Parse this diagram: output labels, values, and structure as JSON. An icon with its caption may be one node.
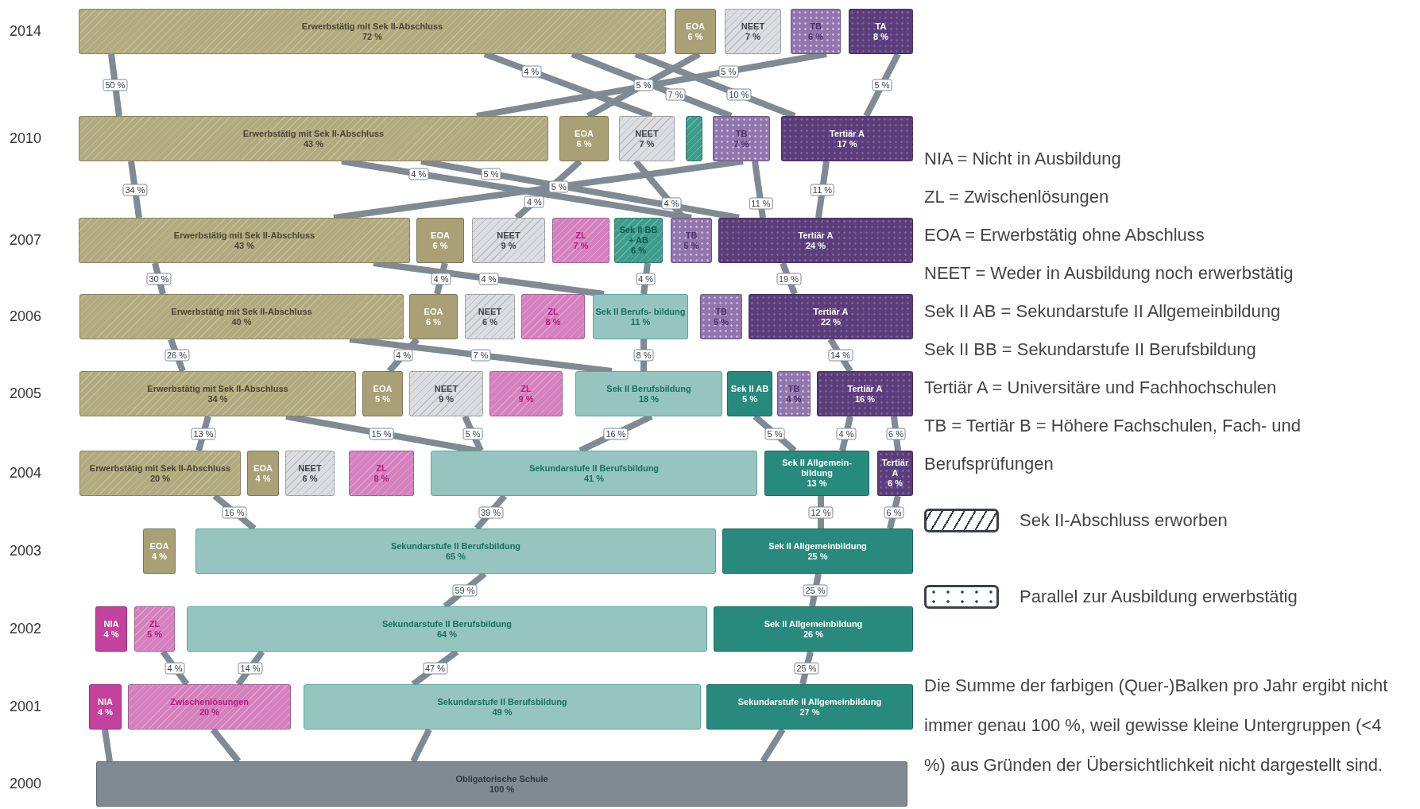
{
  "diagram": {
    "nodes": [
      {
        "text": [
          "Erwerbstätig mit Sek II-Abschluss",
          "72 %"
        ]
      },
      {
        "text": [
          "EOA",
          "6 %"
        ]
      },
      {
        "text": [
          "NEET",
          "7 %"
        ]
      },
      {
        "text": [
          "TB",
          "6 %"
        ]
      },
      {
        "text": [
          "TA",
          "8 %"
        ]
      },
      {
        "text": [
          "Erwerbstätig mit Sek II-Abschluss",
          "43 %"
        ]
      },
      {
        "text": [
          "EOA",
          "6 %"
        ]
      },
      {
        "text": [
          "NEET",
          "7 %"
        ]
      },
      {
        "text": [],
        "shape": "bar"
      },
      {
        "text": [
          "TB",
          "7 %"
        ]
      },
      {
        "text": [
          "Tertiär A",
          "17 %"
        ]
      },
      {
        "text": [
          "Erwerbstätig mit Sek II-Abschluss",
          "43 %"
        ]
      },
      {
        "text": [
          "EOA",
          "6 %"
        ]
      },
      {
        "text": [
          "NEET",
          "9 %"
        ]
      },
      {
        "text": [
          "ZL",
          "7 %"
        ]
      },
      {
        "text": [
          "Sek II BB + AB",
          "6 %"
        ]
      },
      {
        "text": [
          "TB",
          "5 %"
        ]
      },
      {
        "text": [
          "Tertiär A",
          "24 %"
        ]
      },
      {
        "text": [
          "Erwerbstätig mit Sek II-Abschluss",
          "40 %"
        ]
      },
      {
        "text": [
          "EOA",
          "6 %"
        ]
      },
      {
        "text": [
          "NEET",
          "6 %"
        ]
      },
      {
        "text": [
          "ZL",
          "8 %"
        ]
      },
      {
        "text": [
          "Sek II Berufs- bildung",
          "11 %"
        ]
      },
      {
        "text": [
          "TB",
          "5 %"
        ]
      },
      {
        "text": [
          "Tertiär A",
          "22 %"
        ]
      },
      {
        "text": [
          "Erwerbstätig mit Sek II-Abschluss",
          "34 %"
        ]
      },
      {
        "text": [
          "EOA",
          "5 %"
        ]
      },
      {
        "text": [
          "NEET",
          "9 %"
        ]
      },
      {
        "text": [
          "ZL",
          "9 %"
        ]
      },
      {
        "text": [
          "Sek II Berufsbildung",
          "18 %"
        ]
      },
      {
        "text": [
          "Sek II AB",
          "5 %"
        ]
      },
      {
        "text": [
          "TB",
          "4 %"
        ]
      },
      {
        "text": [
          "Tertiär A",
          "16 %"
        ]
      },
      {
        "text": [
          "Erwerbstätig mit Sek II-Abschluss",
          "20 %"
        ]
      },
      {
        "text": [
          "EOA",
          "4 %"
        ]
      },
      {
        "text": [
          "NEET",
          "6 %"
        ]
      },
      {
        "text": [
          "ZL",
          "8 %"
        ]
      },
      {
        "text": [
          "Sekundarstufe II Berufsbildung",
          "41 %"
        ]
      },
      {
        "text": [
          "Sek II Allgemein- bildung",
          "13 %"
        ]
      },
      {
        "text": [
          "Tertiär A",
          "6 %"
        ]
      },
      {
        "text": [
          "EOA",
          "4 %"
        ]
      },
      {
        "text": [
          "Sekundarstufe II Berufsbildung",
          "65 %"
        ]
      },
      {
        "text": [
          "Sek II Allgemeinbildung",
          "25 %"
        ]
      },
      {
        "text": [
          "NIA",
          "4 %"
        ]
      },
      {
        "text": [
          "ZL",
          "5 %"
        ]
      },
      {
        "text": [
          "Sekundarstufe II Berufsbildung",
          "64 %"
        ]
      },
      {
        "text": [
          "Sek II Allgemeinbildung",
          "26 %"
        ]
      },
      {
        "text": [
          "NIA",
          "4 %"
        ]
      },
      {
        "text": [
          "Zwischenlösungen",
          "20 %"
        ]
      },
      {
        "text": [
          "Sekundarstufe II Berufsbildung",
          "49 %"
        ]
      },
      {
        "text": [
          "Sekundarstufe II Allgemeinbildung",
          "27 %"
        ]
      },
      {
        "text": [
          "Obligatorische Schule",
          "100 %"
        ]
      }
    ],
    "edges": [
      {
        "from": 51,
        "to": 47,
        "arrow": "none"
      },
      {
        "from": 51,
        "to": 48,
        "arrow": "none"
      },
      {
        "from": 51,
        "to": 49,
        "arrow": "none"
      },
      {
        "from": 51,
        "to": 50,
        "arrow": "none"
      },
      {
        "from": 48,
        "to": 44,
        "arrow": "none",
        "label": "4 %"
      },
      {
        "from": 48,
        "to": 45,
        "arrow": "none",
        "label": "14 %"
      },
      {
        "from": 49,
        "to": 45,
        "arrow": "none",
        "label": "47 %"
      },
      {
        "from": 50,
        "to": 46,
        "arrow": "none",
        "label": "25 %"
      },
      {
        "from": 45,
        "to": 41,
        "arrow": "none",
        "label": "59 %"
      },
      {
        "from": 46,
        "to": 42,
        "arrow": "none",
        "label": "25 %"
      },
      {
        "from": 41,
        "to": 33,
        "arrow": "none",
        "label": "16 %"
      },
      {
        "from": 41,
        "to": 37,
        "arrow": "none",
        "label": "39 %"
      },
      {
        "from": 42,
        "to": 38,
        "arrow": "none",
        "label": "12 %"
      },
      {
        "from": 42,
        "to": 39,
        "arrow": "none",
        "label": "6 %"
      },
      {
        "from": 33,
        "to": 25,
        "arrow": "none",
        "label": "13 %"
      },
      {
        "from": 37,
        "to": 25,
        "arrow": "none",
        "label": "15 %"
      },
      {
        "from": 37,
        "to": 27,
        "arrow": "none",
        "label": "5 %"
      },
      {
        "from": 37,
        "to": 29,
        "arrow": "none",
        "label": "16 %"
      },
      {
        "from": 38,
        "to": 30,
        "arrow": "none",
        "label": "5 %"
      },
      {
        "from": 38,
        "to": 32,
        "arrow": "none",
        "label": "4 %"
      },
      {
        "from": 39,
        "to": 32,
        "arrow": "none",
        "label": "6 %"
      },
      {
        "from": 25,
        "to": 18,
        "arrow": "none",
        "label": "26 %"
      },
      {
        "from": 26,
        "to": 19,
        "arrow": "none",
        "label": "4 %"
      },
      {
        "from": 29,
        "to": 18,
        "arrow": "none",
        "label": "7 %"
      },
      {
        "from": 29,
        "to": 22,
        "arrow": "none",
        "label": "8 %"
      },
      {
        "from": 32,
        "to": 24,
        "arrow": "none",
        "label": "14 %"
      },
      {
        "from": 18,
        "to": 11,
        "arrow": "none",
        "label": "30 %"
      },
      {
        "from": 19,
        "to": 12,
        "arrow": "none",
        "label": "4 %"
      },
      {
        "from": 22,
        "to": 11,
        "arrow": "none",
        "label": "4 %"
      },
      {
        "from": 22,
        "to": 15,
        "arrow": "none",
        "label": "4 %"
      },
      {
        "from": 24,
        "to": 17,
        "arrow": "none",
        "label": "19 %"
      },
      {
        "from": 11,
        "to": 5,
        "arrow": "none",
        "label": "34 %"
      },
      {
        "from": 16,
        "to": 5,
        "arrow": "none",
        "label": "4 %"
      },
      {
        "from": 17,
        "to": 5,
        "arrow": "none",
        "label": "5 %"
      },
      {
        "from": 13,
        "to": 6,
        "arrow": "none",
        "label": "4 %"
      },
      {
        "from": 11,
        "to": 9,
        "arrow": "none",
        "label": "5 %"
      },
      {
        "from": 16,
        "to": 7,
        "arrow": "none",
        "label": "4 %"
      },
      {
        "from": 17,
        "to": 9,
        "arrow": "none",
        "label": "11 %"
      },
      {
        "from": 17,
        "to": 10,
        "arrow": "none",
        "label": "11 %"
      },
      {
        "from": 5,
        "to": 0,
        "arrow": "none",
        "label": "50 %"
      },
      {
        "from": 7,
        "to": 0,
        "arrow": "none",
        "label": "4 %"
      },
      {
        "from": 6,
        "to": 1,
        "arrow": "none",
        "label": "5 %"
      },
      {
        "from": 9,
        "to": 0,
        "arrow": "none",
        "label": "7 %"
      },
      {
        "from": 10,
        "to": 0,
        "arrow": "none",
        "label": "10 %"
      },
      {
        "from": 5,
        "to": 3,
        "arrow": "none",
        "label": "5 %"
      },
      {
        "from": 10,
        "to": 4,
        "arrow": "none",
        "label": "5 %"
      }
    ],
    "labels": [
      "2014",
      "2010",
      "2007",
      "2006",
      "2005",
      "2004",
      "2003",
      "2002",
      "2001",
      "2000",
      "NIA = Nicht in Ausbildung",
      "ZL = Zwischenlösungen",
      "EOA = Erwerbstätig ohne Abschluss",
      "NEET = Weder in Ausbildung noch erwerbstätig",
      "Sek II AB = Sekundarstufe II Allgemeinbildung",
      "Sek II BB = Sekundarstufe II Berufsbildung",
      "Tertiär A = Universitäre und Fachhochschulen",
      "TB = Tertiär B = Höhere Fachschulen, Fach- und Berufsprüfungen",
      "Die Summe der farbigen (Quer-)Balken pro Jahr ergibt nicht immer genau 100 %, weil gewisse kleine Untergruppen (<4 %) aus Gründen der Übersichtlichkeit nicht dargestellt sind."
    ],
    "legend": [
      {
        "text": "Sek II-Abschluss erworben"
      },
      {
        "text": "Parallel zur Ausbildung erwerbstätig"
      }
    ]
  }
}
